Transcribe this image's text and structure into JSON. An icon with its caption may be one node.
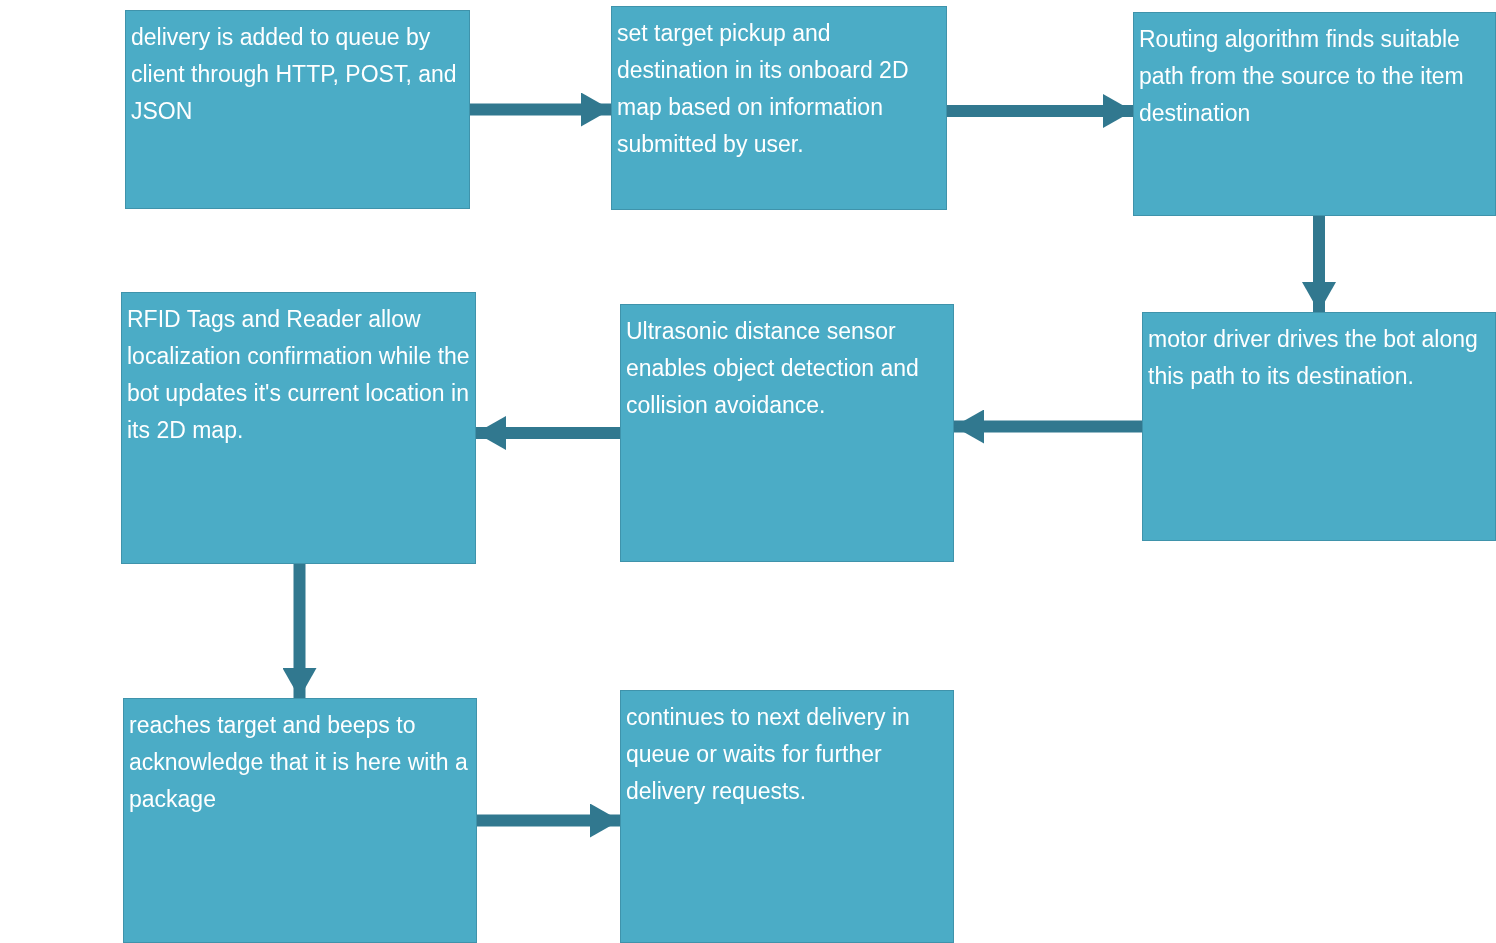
{
  "diagram": {
    "nodes": [
      {
        "text": [
          "delivery is added to queue by client through HTTP, POST, and JSON"
        ]
      },
      {
        "text": [
          "set target pickup and destination in its onboard 2D map based on information submitted by user."
        ]
      },
      {
        "text": [
          "Routing algorithm finds suitable path from the source to the item destination"
        ]
      },
      {
        "text": [
          "motor driver drives the bot along this path to its destination."
        ]
      },
      {
        "text": [
          "Ultrasonic distance sensor enables object detection and collision avoidance."
        ]
      },
      {
        "text": [
          "RFID Tags and Reader allow localization confirmation while the bot updates it's current location in its 2D map."
        ]
      },
      {
        "text": [
          "reaches target and beeps to acknowledge that it is here with a package"
        ]
      },
      {
        "text": [
          "continues to next delivery in queue or waits for further delivery requests."
        ]
      }
    ],
    "edges": [
      {
        "from": 0,
        "to": 1,
        "arrow": "to"
      },
      {
        "from": 1,
        "to": 2,
        "arrow": "to"
      },
      {
        "from": 2,
        "to": 3,
        "arrow": "to"
      },
      {
        "from": 3,
        "to": 4,
        "arrow": "to"
      },
      {
        "from": 4,
        "to": 5,
        "arrow": "to"
      },
      {
        "from": 5,
        "to": 6,
        "arrow": "to"
      },
      {
        "from": 6,
        "to": 7,
        "arrow": "to"
      }
    ]
  }
}
